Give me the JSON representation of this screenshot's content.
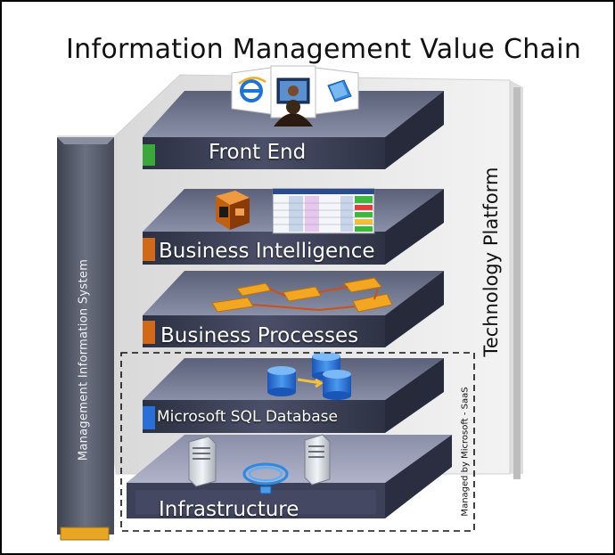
{
  "title": "Information Management Value Chain",
  "side_labels": {
    "technology_platform": "Technology Platform",
    "management_information_system": "Management Information System",
    "managed_by": "Managed by Microsoft - SaaS"
  },
  "layers": {
    "front_end": "Front End",
    "business_intelligence": "Business Intelligence",
    "business_processes": "Business Processes",
    "sql_database": "Microsoft SQL Database",
    "infrastructure": "Infrastructure"
  },
  "colors": {
    "slab_top": "#9aa0b8",
    "slab_front": "#3c4158",
    "accent_green": "#3aa83a",
    "accent_orange": "#d06a1a",
    "accent_blue": "#2a6fd6",
    "accent_yellow": "#e8a623",
    "database_blue": "#2c7fe0",
    "process_orange": "#f0a020"
  },
  "icons": [
    "internet-explorer-icon",
    "monitor-user-icon",
    "document-icon",
    "cube-icon",
    "spreadsheet-icon",
    "database-icon",
    "server-icon",
    "network-cable-icon"
  ]
}
